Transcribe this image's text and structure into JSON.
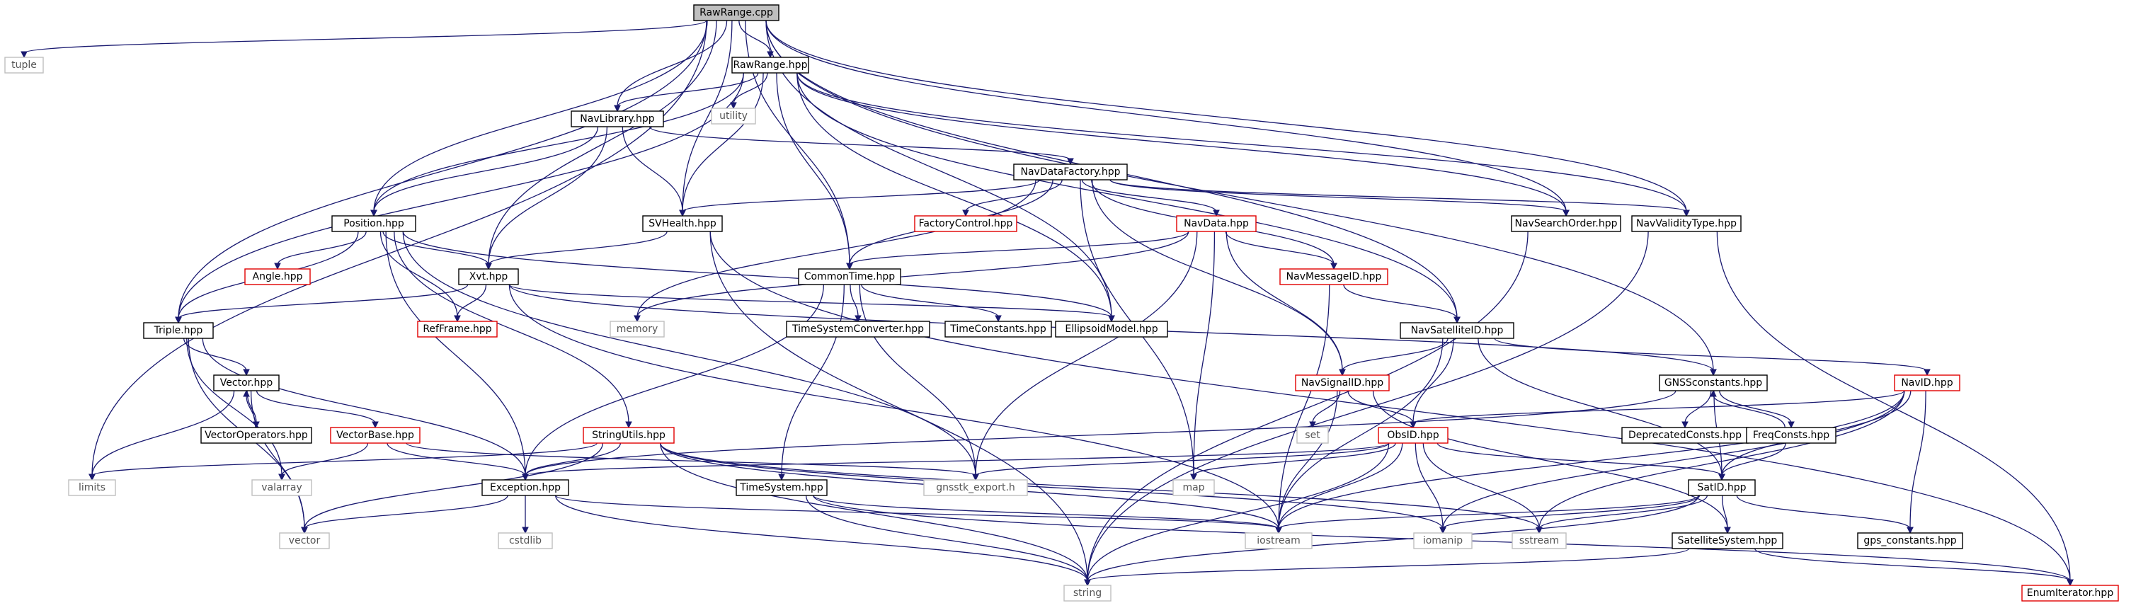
{
  "diagram": {
    "type": "include-dependency-graph",
    "root": "RawRange.cpp",
    "nodes": [
      {
        "id": "RawRange.cpp",
        "label": "RawRange.cpp",
        "style": "root"
      },
      {
        "id": "tuple",
        "label": "tuple",
        "style": "missing"
      },
      {
        "id": "RawRange.hpp",
        "label": "RawRange.hpp",
        "style": "normal"
      },
      {
        "id": "utility",
        "label": "utility",
        "style": "missing"
      },
      {
        "id": "NavLibrary.hpp",
        "label": "NavLibrary.hpp",
        "style": "normal"
      },
      {
        "id": "NavDataFactory.hpp",
        "label": "NavDataFactory.hpp",
        "style": "normal"
      },
      {
        "id": "Position.hpp",
        "label": "Position.hpp",
        "style": "normal"
      },
      {
        "id": "SVHealth.hpp",
        "label": "SVHealth.hpp",
        "style": "normal"
      },
      {
        "id": "FactoryControl.hpp",
        "label": "FactoryControl.hpp",
        "style": "red"
      },
      {
        "id": "NavData.hpp",
        "label": "NavData.hpp",
        "style": "red"
      },
      {
        "id": "NavSearchOrder.hpp",
        "label": "NavSearchOrder.hpp",
        "style": "normal"
      },
      {
        "id": "NavValidityType.hpp",
        "label": "NavValidityType.hpp",
        "style": "normal"
      },
      {
        "id": "Angle.hpp",
        "label": "Angle.hpp",
        "style": "red"
      },
      {
        "id": "Xvt.hpp",
        "label": "Xvt.hpp",
        "style": "normal"
      },
      {
        "id": "RefFrame.hpp",
        "label": "RefFrame.hpp",
        "style": "red"
      },
      {
        "id": "CommonTime.hpp",
        "label": "CommonTime.hpp",
        "style": "normal"
      },
      {
        "id": "memory",
        "label": "memory",
        "style": "missing"
      },
      {
        "id": "NavMessageID.hpp",
        "label": "NavMessageID.hpp",
        "style": "red"
      },
      {
        "id": "TimeSystemConverter.hpp",
        "label": "TimeSystemConverter.hpp",
        "style": "normal"
      },
      {
        "id": "TimeConstants.hpp",
        "label": "TimeConstants.hpp",
        "style": "normal"
      },
      {
        "id": "EllipsoidModel.hpp",
        "label": "EllipsoidModel.hpp",
        "style": "normal"
      },
      {
        "id": "NavSatelliteID.hpp",
        "label": "NavSatelliteID.hpp",
        "style": "normal"
      },
      {
        "id": "Triple.hpp",
        "label": "Triple.hpp",
        "style": "normal"
      },
      {
        "id": "Vector.hpp",
        "label": "Vector.hpp",
        "style": "normal"
      },
      {
        "id": "NavSignalID.hpp",
        "label": "NavSignalID.hpp",
        "style": "red"
      },
      {
        "id": "GNSSconstants.hpp",
        "label": "GNSSconstants.hpp",
        "style": "normal"
      },
      {
        "id": "NavID.hpp",
        "label": "NavID.hpp",
        "style": "red"
      },
      {
        "id": "VectorOperators.hpp",
        "label": "VectorOperators.hpp",
        "style": "normal"
      },
      {
        "id": "VectorBase.hpp",
        "label": "VectorBase.hpp",
        "style": "red"
      },
      {
        "id": "StringUtils.hpp",
        "label": "StringUtils.hpp",
        "style": "red"
      },
      {
        "id": "set",
        "label": "set",
        "style": "missing"
      },
      {
        "id": "ObsID.hpp",
        "label": "ObsID.hpp",
        "style": "red"
      },
      {
        "id": "DeprecatedConsts.hpp",
        "label": "DeprecatedConsts.hpp",
        "style": "normal"
      },
      {
        "id": "FreqConsts.hpp",
        "label": "FreqConsts.hpp",
        "style": "normal"
      },
      {
        "id": "limits",
        "label": "limits",
        "style": "missing"
      },
      {
        "id": "valarray",
        "label": "valarray",
        "style": "missing"
      },
      {
        "id": "Exception.hpp",
        "label": "Exception.hpp",
        "style": "normal"
      },
      {
        "id": "gnsstk_export.h",
        "label": "gnsstk_export.h",
        "style": "missing"
      },
      {
        "id": "map",
        "label": "map",
        "style": "missing"
      },
      {
        "id": "SatID.hpp",
        "label": "SatID.hpp",
        "style": "normal"
      },
      {
        "id": "TimeSystem.hpp",
        "label": "TimeSystem.hpp",
        "style": "normal"
      },
      {
        "id": "vector",
        "label": "vector",
        "style": "missing"
      },
      {
        "id": "cstdlib",
        "label": "cstdlib",
        "style": "missing"
      },
      {
        "id": "iostream",
        "label": "iostream",
        "style": "missing"
      },
      {
        "id": "iomanip",
        "label": "iomanip",
        "style": "missing"
      },
      {
        "id": "sstream",
        "label": "sstream",
        "style": "missing"
      },
      {
        "id": "gps_constants.hpp",
        "label": "gps_constants.hpp",
        "style": "normal"
      },
      {
        "id": "SatelliteSystem.hpp",
        "label": "SatelliteSystem.hpp",
        "style": "normal"
      },
      {
        "id": "string",
        "label": "string",
        "style": "missing"
      },
      {
        "id": "EnumIterator.hpp",
        "label": "EnumIterator.hpp",
        "style": "red"
      }
    ],
    "edges": [
      [
        "RawRange.cpp",
        "tuple"
      ],
      [
        "RawRange.cpp",
        "RawRange.hpp"
      ],
      [
        "RawRange.cpp",
        "limits"
      ],
      [
        "RawRange.cpp",
        "Triple.hpp"
      ],
      [
        "RawRange.cpp",
        "Position.hpp"
      ],
      [
        "RawRange.cpp",
        "Xvt.hpp"
      ],
      [
        "RawRange.cpp",
        "NavLibrary.hpp"
      ],
      [
        "RawRange.cpp",
        "SVHealth.hpp"
      ],
      [
        "RawRange.cpp",
        "CommonTime.hpp"
      ],
      [
        "RawRange.cpp",
        "EllipsoidModel.hpp"
      ],
      [
        "RawRange.cpp",
        "NavSatelliteID.hpp"
      ],
      [
        "RawRange.cpp",
        "NavSearchOrder.hpp"
      ],
      [
        "RawRange.cpp",
        "NavValidityType.hpp"
      ],
      [
        "RawRange.cpp",
        "GNSSconstants.hpp"
      ],
      [
        "RawRange.hpp",
        "utility"
      ],
      [
        "RawRange.hpp",
        "NavLibrary.hpp"
      ],
      [
        "RawRange.hpp",
        "Position.hpp"
      ],
      [
        "RawRange.hpp",
        "Triple.hpp"
      ],
      [
        "RawRange.hpp",
        "SVHealth.hpp"
      ],
      [
        "RawRange.hpp",
        "CommonTime.hpp"
      ],
      [
        "RawRange.hpp",
        "EllipsoidModel.hpp"
      ],
      [
        "RawRange.hpp",
        "NavSatelliteID.hpp"
      ],
      [
        "RawRange.hpp",
        "NavSearchOrder.hpp"
      ],
      [
        "RawRange.hpp",
        "NavValidityType.hpp"
      ],
      [
        "NavLibrary.hpp",
        "NavDataFactory.hpp"
      ],
      [
        "NavLibrary.hpp",
        "Position.hpp"
      ],
      [
        "NavLibrary.hpp",
        "SVHealth.hpp"
      ],
      [
        "NavLibrary.hpp",
        "Xvt.hpp"
      ],
      [
        "NavDataFactory.hpp",
        "SVHealth.hpp"
      ],
      [
        "NavDataFactory.hpp",
        "FactoryControl.hpp"
      ],
      [
        "NavDataFactory.hpp",
        "NavData.hpp"
      ],
      [
        "NavDataFactory.hpp",
        "NavSearchOrder.hpp"
      ],
      [
        "NavDataFactory.hpp",
        "NavValidityType.hpp"
      ],
      [
        "NavDataFactory.hpp",
        "CommonTime.hpp"
      ],
      [
        "NavDataFactory.hpp",
        "memory"
      ],
      [
        "NavDataFactory.hpp",
        "NavMessageID.hpp"
      ],
      [
        "NavDataFactory.hpp",
        "NavSignalID.hpp"
      ],
      [
        "NavDataFactory.hpp",
        "map"
      ],
      [
        "Position.hpp",
        "Angle.hpp"
      ],
      [
        "Position.hpp",
        "Xvt.hpp"
      ],
      [
        "Position.hpp",
        "RefFrame.hpp"
      ],
      [
        "Position.hpp",
        "Triple.hpp"
      ],
      [
        "Position.hpp",
        "EllipsoidModel.hpp"
      ],
      [
        "Position.hpp",
        "StringUtils.hpp"
      ],
      [
        "Position.hpp",
        "Exception.hpp"
      ],
      [
        "Position.hpp",
        "gnsstk_export.h"
      ],
      [
        "SVHealth.hpp",
        "Xvt.hpp"
      ],
      [
        "SVHealth.hpp",
        "string"
      ],
      [
        "SVHealth.hpp",
        "EnumIterator.hpp"
      ],
      [
        "NavData.hpp",
        "CommonTime.hpp"
      ],
      [
        "NavData.hpp",
        "NavMessageID.hpp"
      ],
      [
        "NavData.hpp",
        "memory"
      ],
      [
        "NavData.hpp",
        "NavSignalID.hpp"
      ],
      [
        "NavData.hpp",
        "map"
      ],
      [
        "NavData.hpp",
        "gnsstk_export.h"
      ],
      [
        "NavSearchOrder.hpp",
        "string"
      ],
      [
        "NavValidityType.hpp",
        "string"
      ],
      [
        "NavValidityType.hpp",
        "EnumIterator.hpp"
      ],
      [
        "Xvt.hpp",
        "Triple.hpp"
      ],
      [
        "Xvt.hpp",
        "RefFrame.hpp"
      ],
      [
        "Xvt.hpp",
        "EllipsoidModel.hpp"
      ],
      [
        "Xvt.hpp",
        "GNSSconstants.hpp"
      ],
      [
        "Xvt.hpp",
        "iostream"
      ],
      [
        "CommonTime.hpp",
        "TimeSystemConverter.hpp"
      ],
      [
        "CommonTime.hpp",
        "TimeConstants.hpp"
      ],
      [
        "CommonTime.hpp",
        "Exception.hpp"
      ],
      [
        "CommonTime.hpp",
        "TimeSystem.hpp"
      ],
      [
        "CommonTime.hpp",
        "gnsstk_export.h"
      ],
      [
        "NavMessageID.hpp",
        "NavSatelliteID.hpp"
      ],
      [
        "NavMessageID.hpp",
        "iostream"
      ],
      [
        "NavSatelliteID.hpp",
        "NavSignalID.hpp"
      ],
      [
        "NavSatelliteID.hpp",
        "NavID.hpp"
      ],
      [
        "NavSatelliteID.hpp",
        "ObsID.hpp"
      ],
      [
        "NavSatelliteID.hpp",
        "SatID.hpp"
      ],
      [
        "NavSatelliteID.hpp",
        "iostream"
      ],
      [
        "Triple.hpp",
        "Vector.hpp"
      ],
      [
        "Triple.hpp",
        "Exception.hpp"
      ],
      [
        "Triple.hpp",
        "valarray"
      ],
      [
        "Triple.hpp",
        "vector"
      ],
      [
        "Vector.hpp",
        "VectorOperators.hpp"
      ],
      [
        "Vector.hpp",
        "VectorBase.hpp"
      ],
      [
        "Vector.hpp",
        "limits"
      ],
      [
        "Vector.hpp",
        "vector"
      ],
      [
        "VectorOperators.hpp",
        "Vector.hpp"
      ],
      [
        "VectorBase.hpp",
        "valarray"
      ],
      [
        "VectorBase.hpp",
        "Exception.hpp"
      ],
      [
        "VectorBase.hpp",
        "gnsstk_export.h"
      ],
      [
        "NavSignalID.hpp",
        "set"
      ],
      [
        "NavSignalID.hpp",
        "ObsID.hpp"
      ],
      [
        "NavSignalID.hpp",
        "iostream"
      ],
      [
        "NavSignalID.hpp",
        "SatelliteSystem.hpp"
      ],
      [
        "GNSSconstants.hpp",
        "DeprecatedConsts.hpp"
      ],
      [
        "GNSSconstants.hpp",
        "FreqConsts.hpp"
      ],
      [
        "GNSSconstants.hpp",
        "SatID.hpp"
      ],
      [
        "GNSSconstants.hpp",
        "Exception.hpp"
      ],
      [
        "FreqConsts.hpp",
        "GNSSconstants.hpp"
      ],
      [
        "FreqConsts.hpp",
        "SatID.hpp"
      ],
      [
        "NavID.hpp",
        "ObsID.hpp"
      ],
      [
        "NavID.hpp",
        "SatID.hpp"
      ],
      [
        "NavID.hpp",
        "gps_constants.hpp"
      ],
      [
        "NavID.hpp",
        "iostream"
      ],
      [
        "NavID.hpp",
        "iomanip"
      ],
      [
        "NavID.hpp",
        "sstream"
      ],
      [
        "StringUtils.hpp",
        "limits"
      ],
      [
        "StringUtils.hpp",
        "Exception.hpp"
      ],
      [
        "StringUtils.hpp",
        "vector"
      ],
      [
        "StringUtils.hpp",
        "iostream"
      ],
      [
        "StringUtils.hpp",
        "iomanip"
      ],
      [
        "StringUtils.hpp",
        "sstream"
      ],
      [
        "StringUtils.hpp",
        "string"
      ],
      [
        "ObsID.hpp",
        "Exception.hpp"
      ],
      [
        "ObsID.hpp",
        "gnsstk_export.h"
      ],
      [
        "ObsID.hpp",
        "map"
      ],
      [
        "ObsID.hpp",
        "SatID.hpp"
      ],
      [
        "ObsID.hpp",
        "iostream"
      ],
      [
        "ObsID.hpp",
        "iomanip"
      ],
      [
        "ObsID.hpp",
        "sstream"
      ],
      [
        "ObsID.hpp",
        "string"
      ],
      [
        "Exception.hpp",
        "vector"
      ],
      [
        "Exception.hpp",
        "cstdlib"
      ],
      [
        "Exception.hpp",
        "iostream"
      ],
      [
        "Exception.hpp",
        "string"
      ],
      [
        "SatID.hpp",
        "iostream"
      ],
      [
        "SatID.hpp",
        "sstream"
      ],
      [
        "SatID.hpp",
        "iomanip"
      ],
      [
        "SatID.hpp",
        "gps_constants.hpp"
      ],
      [
        "SatID.hpp",
        "SatelliteSystem.hpp"
      ],
      [
        "SatID.hpp",
        "string"
      ],
      [
        "TimeSystem.hpp",
        "iostream"
      ],
      [
        "TimeSystem.hpp",
        "string"
      ],
      [
        "TimeSystem.hpp",
        "EnumIterator.hpp"
      ],
      [
        "SatelliteSystem.hpp",
        "string"
      ],
      [
        "SatelliteSystem.hpp",
        "EnumIterator.hpp"
      ]
    ]
  },
  "colors": {
    "edge": "#191970",
    "root_fill": "#bfbfbf",
    "normal_border": "#000000",
    "missing_border": "#bfbfbf",
    "red_border": "#e00000"
  }
}
